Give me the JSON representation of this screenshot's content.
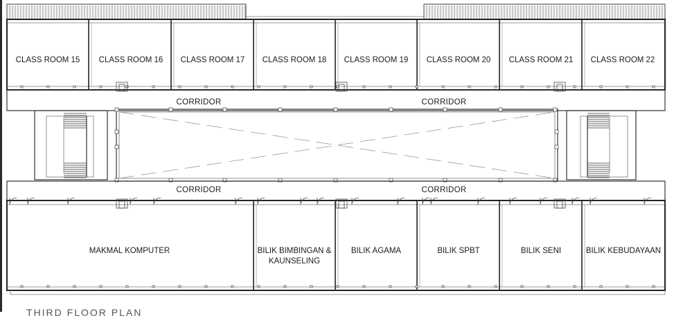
{
  "top_rooms": [
    "CLASS ROOM 15",
    "CLASS ROOM 16",
    "CLASS ROOM 17",
    "CLASS ROOM 18",
    "CLASS ROOM 19",
    "CLASS ROOM 20",
    "CLASS ROOM 21",
    "CLASS ROOM 22"
  ],
  "corridors": {
    "top_left": "CORRIDOR",
    "top_right": "CORRIDOR",
    "bottom_left": "CORRIDOR",
    "bottom_right": "CORRIDOR"
  },
  "bottom_rooms": {
    "makmal": "MAKMAL KOMPUTER",
    "bimbingan_line1": "BILIK BIMBINGAN &",
    "bimbingan_line2": "KAUNSELING",
    "agama": "BILIK AGAMA",
    "spbt": "BILIK SPBT",
    "seni": "BILIK SENI",
    "kebudayaan": "BILIK KEBUDAYAAN"
  },
  "footer_title": "THIRD FLOOR PLAN"
}
